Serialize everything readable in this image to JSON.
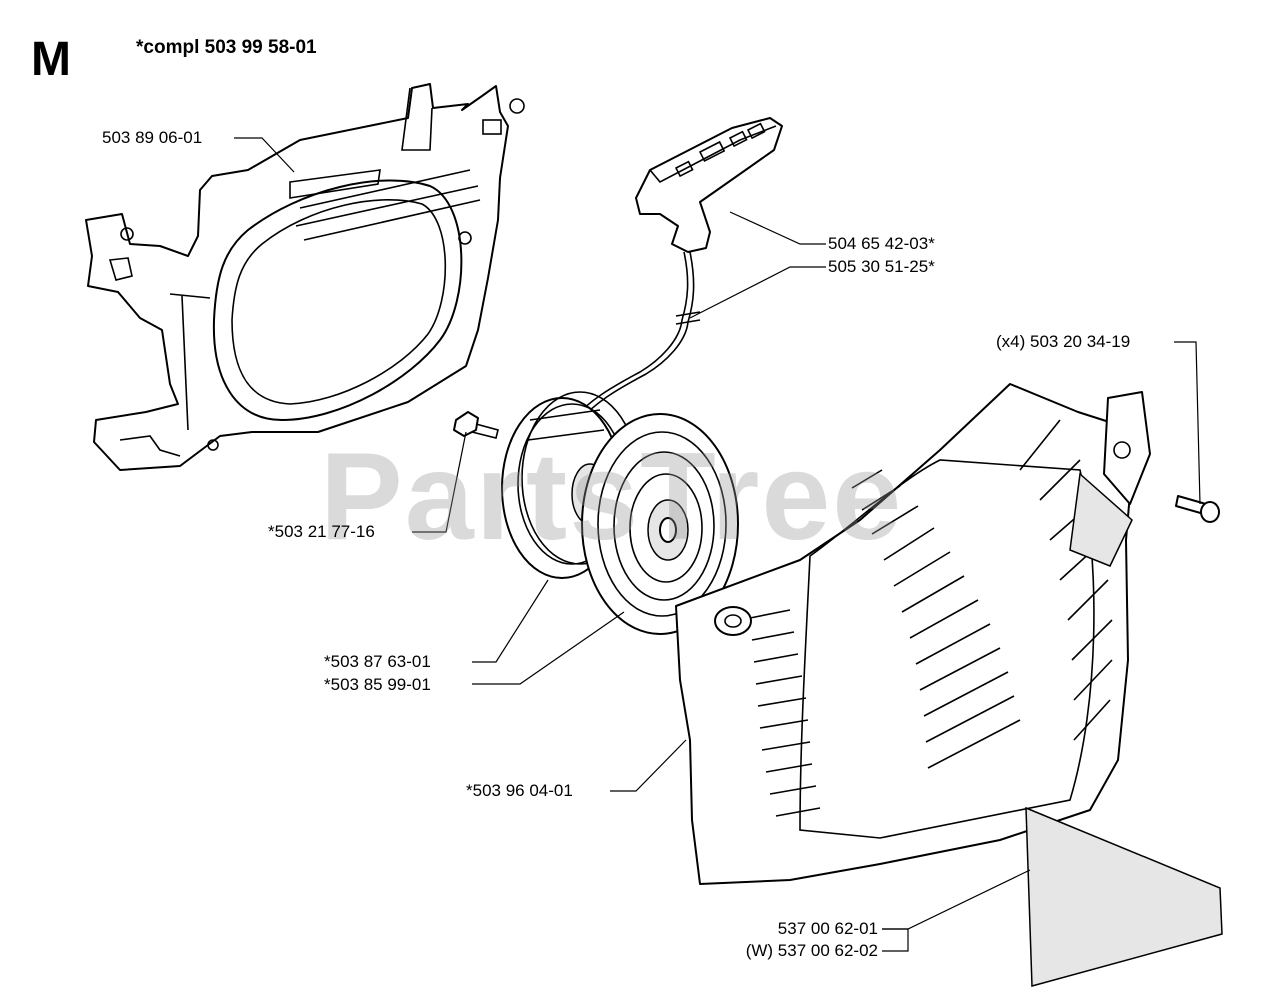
{
  "section_letter": "M",
  "kit_note": "*compl 503 99 58-01",
  "watermark": "PartsTree",
  "labels": {
    "fan_housing": "503 89 06-01",
    "starter_handle": "504 65 42-03*",
    "starter_rope": "505 30 51-25*",
    "cover_screws": "(x4) 503 20 34-19",
    "pulley_screw": "*503 21 77-16",
    "rope_pulley": "*503 87 63-01",
    "recoil_spring": "*503 85 99-01",
    "starter_cover": "*503 96 04-01",
    "decal": "537 00 62-01",
    "decal_w": "(W) 537 00 62-02"
  }
}
